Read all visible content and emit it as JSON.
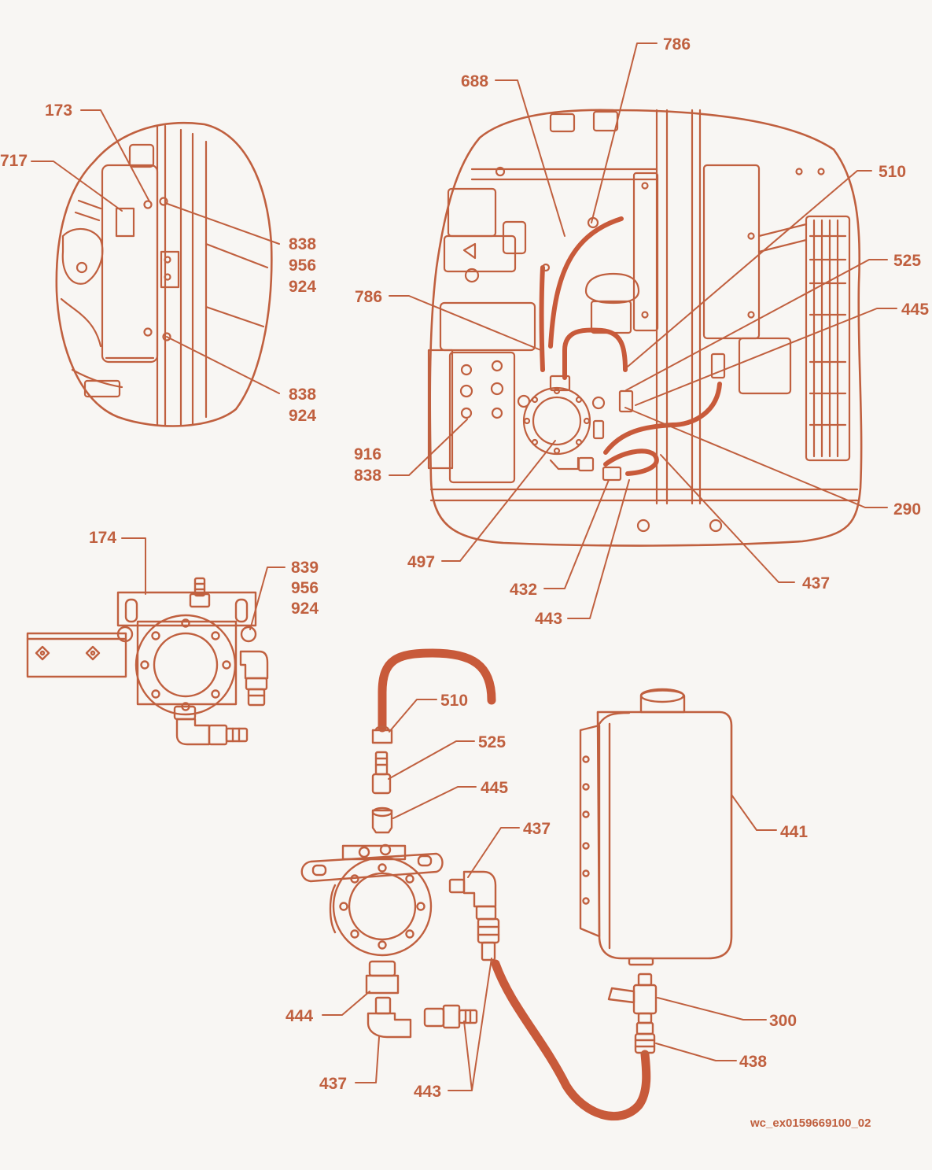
{
  "colors": {
    "ink": "#c0603f",
    "hose": "#c85a3a",
    "paper": "#f8f6f3",
    "fill": "#fbf7f2"
  },
  "labels": {
    "top_left": [
      "173",
      "717",
      "838",
      "956",
      "924",
      "838",
      "924"
    ],
    "top_right": [
      "786",
      "688",
      "510",
      "525",
      "445",
      "786",
      "916",
      "838",
      "290",
      "497",
      "437",
      "432",
      "443"
    ],
    "middle_left": [
      "174",
      "839",
      "956",
      "924"
    ],
    "bottom": [
      "510",
      "525",
      "445",
      "437",
      "441",
      "300",
      "438",
      "444",
      "437",
      "443"
    ]
  },
  "drawing_code": "wc_ex0159669100_02"
}
